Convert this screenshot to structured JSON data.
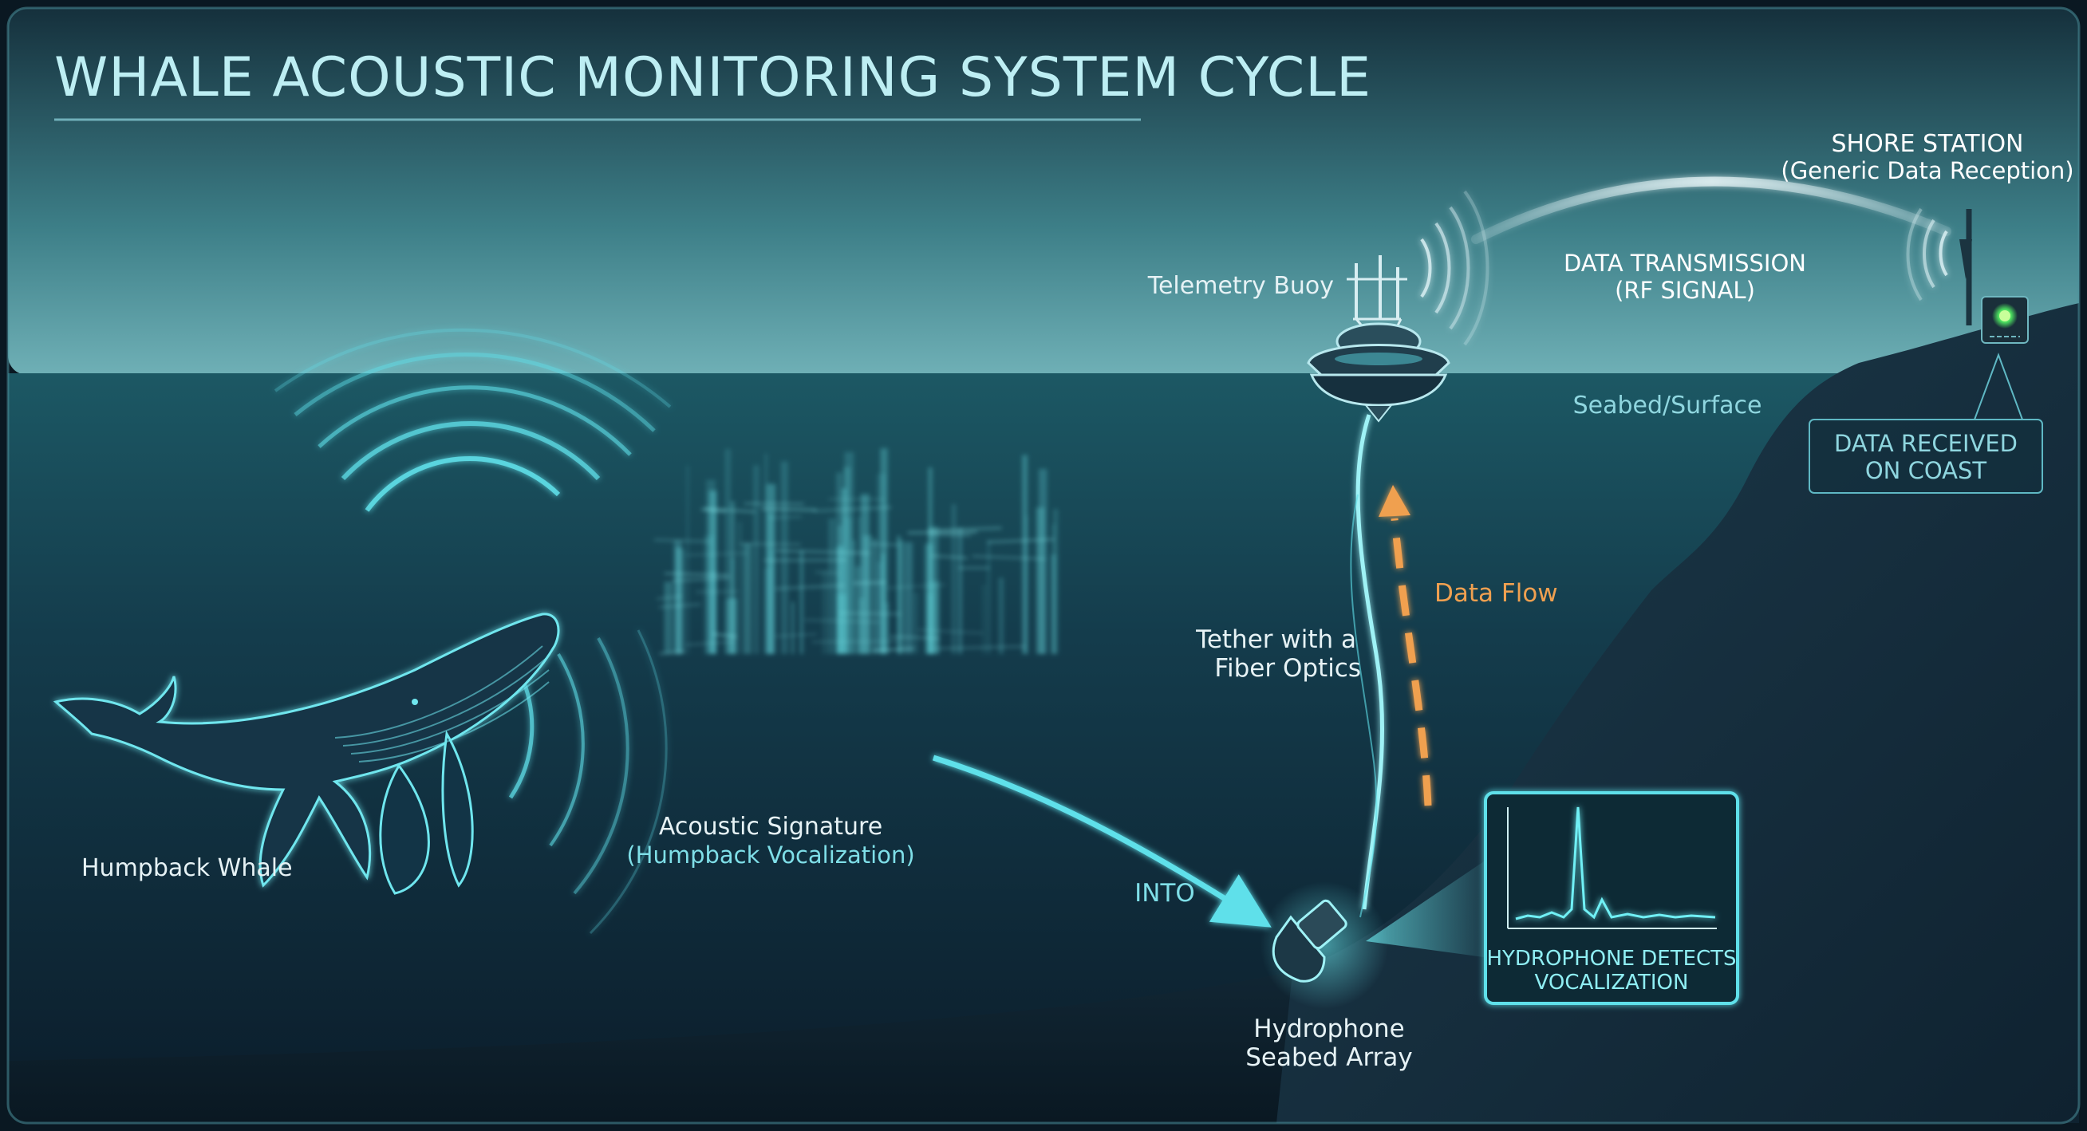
{
  "title": "WHALE ACOUSTIC MONITORING SYSTEM CYCLE",
  "labels": {
    "whale": "Humpback Whale",
    "signature": "Acoustic Signature",
    "signature_sub": "(Humpback Vocalization)",
    "into": "INTO",
    "hydrophone_1": "Hydrophone",
    "hydrophone_2": "Seabed Array",
    "detect_1": "HYDROPHONE DETECTS",
    "detect_2": "VOCALIZATION",
    "tether_1": "Tether with a",
    "tether_2": "Fiber Optics",
    "data_flow": "Data Flow",
    "buoy": "Telemetry Buoy",
    "transmission_1": "DATA TRANSMISSION",
    "transmission_2": "(RF SIGNAL)",
    "shore_1": "SHORE STATION",
    "shore_2": "(Generic Data Reception)",
    "seabed_surface": "Seabed/Surface",
    "received_1": "DATA RECEIVED",
    "received_2": "ON COAST"
  },
  "icons": [
    "humpback-whale-icon",
    "hydrophone-icon",
    "telemetry-buoy-icon",
    "antenna-tower-icon",
    "receiver-box-icon",
    "sound-wave-icon",
    "spectrogram-icon",
    "spectrum-plot-icon"
  ],
  "colors": {
    "accent_cyan": "#5fe0ea",
    "data_flow_orange": "#f0a050",
    "text_light": "#e6f2f5",
    "panel_border": "#4fc9d8"
  }
}
